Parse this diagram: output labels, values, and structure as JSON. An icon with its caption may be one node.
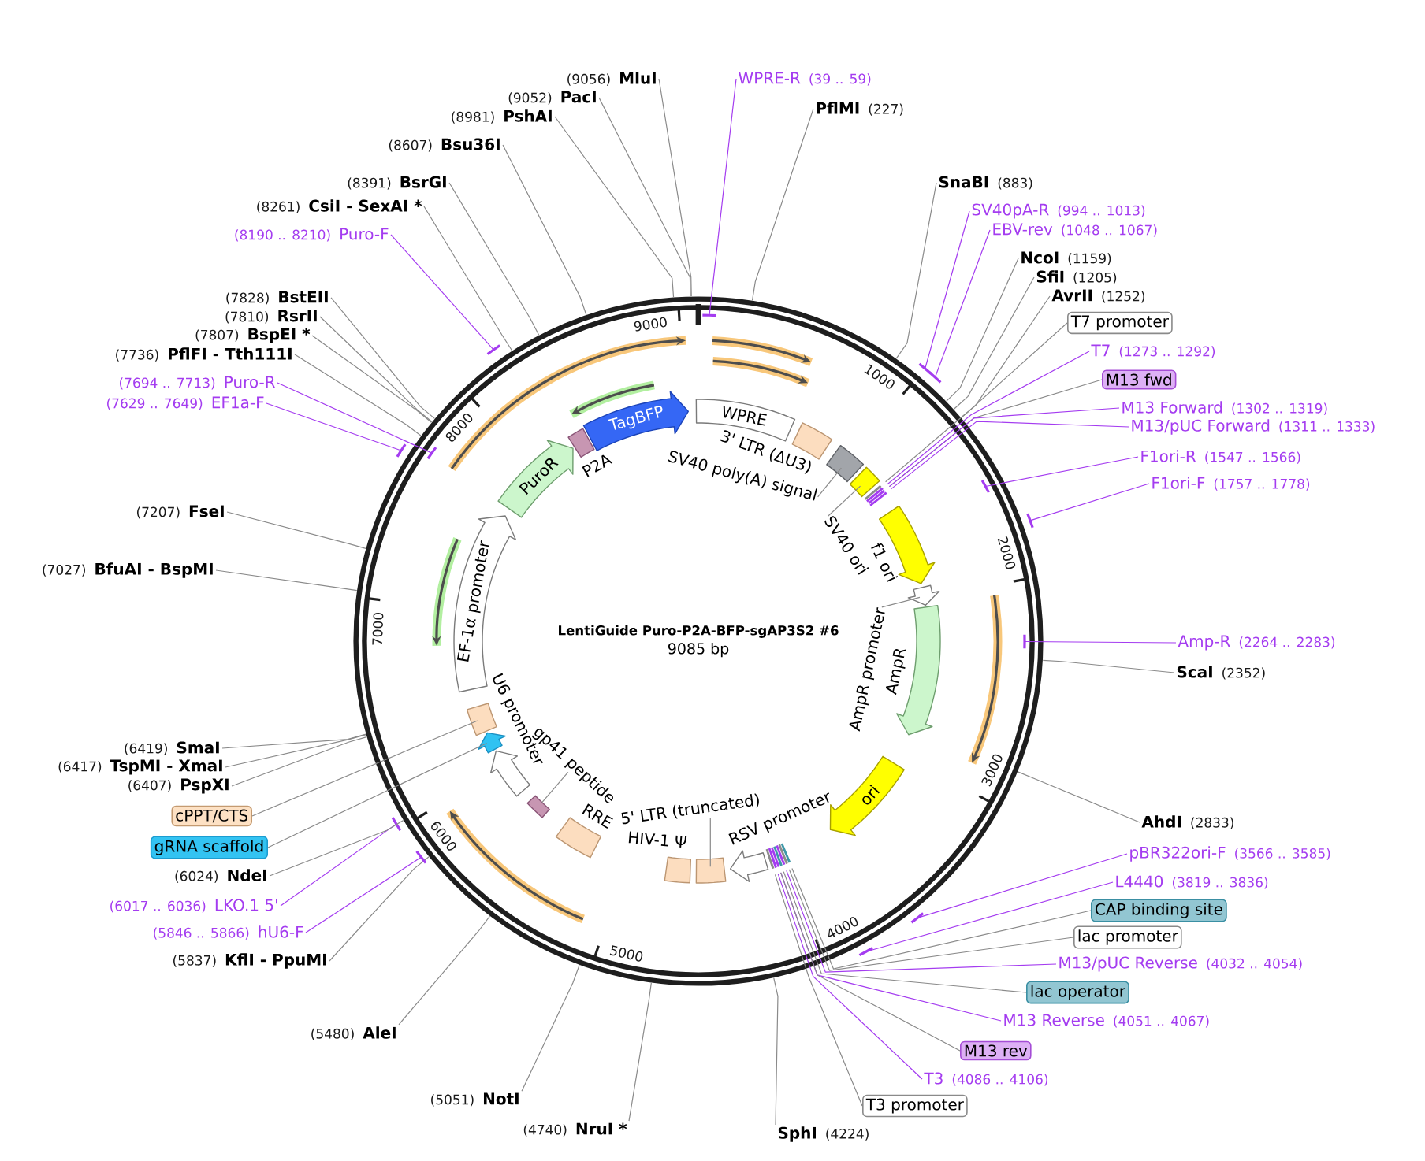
{
  "diagram": {
    "nodes": [
      {
        "text": [
          "LentiGuide Puro-P2A-BFP-sgAP3S2 #6",
          "9085 bp"
        ]
      },
      {
        "text": [
          "WPRE"
        ],
        "in": 0
      },
      {
        "text": [
          "3' LTR (ΔU3)"
        ],
        "in": 0
      },
      {
        "text": [
          "SV40 poly(A) signal"
        ],
        "in": 0
      },
      {
        "text": [],
        "shape": "box",
        "in": 0
      },
      {
        "text": [
          "SV40 ori"
        ],
        "in": 0
      },
      {
        "text": [],
        "shape": "box",
        "in": 0
      },
      {
        "text": [
          "f1 ori"
        ],
        "in": 0
      },
      {
        "text": [
          "AmpR promoter"
        ],
        "in": 0
      },
      {
        "text": [],
        "shape": "arrow",
        "in": 0
      },
      {
        "text": [
          "AmpR"
        ],
        "in": 0
      },
      {
        "text": [
          "ori"
        ],
        "in": 0
      },
      {
        "text": [
          "RSV promoter"
        ],
        "in": 0
      },
      {
        "text": [
          "5' LTR (truncated)"
        ],
        "in": 0
      },
      {
        "text": [],
        "shape": "box",
        "in": 0
      },
      {
        "text": [
          "HIV-1 Ψ"
        ],
        "in": 0
      },
      {
        "text": [
          "RRE"
        ],
        "in": 0
      },
      {
        "text": [
          "gp41 peptide"
        ],
        "in": 0
      },
      {
        "text": [],
        "shape": "box",
        "in": 0
      },
      {
        "text": [
          "U6 promoter"
        ],
        "in": 0
      },
      {
        "text": [],
        "shape": "arrow",
        "in": 0
      },
      {
        "text": [],
        "shape": "box",
        "in": 0
      },
      {
        "text": [
          "EF-1α promoter"
        ],
        "in": 0
      },
      {
        "text": [
          "PuroR"
        ],
        "in": 0
      },
      {
        "text": [
          "P2A"
        ],
        "in": 0
      },
      {
        "text": [
          "TagBFP"
        ],
        "in": 0
      },
      {
        "text": [
          "WPRE-R",
          "(39 .. 59)"
        ]
      },
      {
        "text": [
          "PflMI",
          "(227)"
        ]
      },
      {
        "text": [
          "SnaBI",
          "(883)"
        ]
      },
      {
        "text": [
          "SV40pA-R",
          "(994 .. 1013)"
        ]
      },
      {
        "text": [
          "EBV-rev",
          "(1048 .. 1067)"
        ]
      },
      {
        "text": [
          "NcoI",
          "(1159)"
        ]
      },
      {
        "text": [
          "SfiI",
          "(1205)"
        ]
      },
      {
        "text": [
          "AvrII",
          "(1252)"
        ]
      },
      {
        "text": [
          "T7 promoter"
        ]
      },
      {
        "text": [
          "T7",
          "(1273 .. 1292)"
        ]
      },
      {
        "text": [
          "M13 fwd"
        ]
      },
      {
        "text": [
          "M13 Forward",
          "(1302 .. 1319)"
        ]
      },
      {
        "text": [
          "M13/pUC Forward",
          "(1311 .. 1333)"
        ]
      },
      {
        "text": [
          "F1ori-R",
          "(1547 .. 1566)"
        ]
      },
      {
        "text": [
          "F1ori-F",
          "(1757 .. 1778)"
        ]
      },
      {
        "text": [
          "Amp-R",
          "(2264 .. 2283)"
        ]
      },
      {
        "text": [
          "ScaI",
          "(2352)"
        ]
      },
      {
        "text": [
          "AhdI",
          "(2833)"
        ]
      },
      {
        "text": [
          "pBR322ori-F",
          "(3566 .. 3585)"
        ]
      },
      {
        "text": [
          "L4440",
          "(3819 .. 3836)"
        ]
      },
      {
        "text": [
          "CAP binding site"
        ]
      },
      {
        "text": [
          "lac promoter"
        ]
      },
      {
        "text": [
          "M13/pUC Reverse",
          "(4032 .. 4054)"
        ]
      },
      {
        "text": [
          "lac operator"
        ]
      },
      {
        "text": [
          "M13 Reverse",
          "(4051 .. 4067)"
        ]
      },
      {
        "text": [
          "M13 rev"
        ]
      },
      {
        "text": [
          "T3",
          "(4086 .. 4106)"
        ]
      },
      {
        "text": [
          "T3 promoter"
        ]
      },
      {
        "text": [
          "SphI",
          "(4224)"
        ]
      },
      {
        "text": [
          "(4740)",
          "NruI *"
        ]
      },
      {
        "text": [
          "(5051)",
          "NotI"
        ]
      },
      {
        "text": [
          "(5480)",
          "AleI"
        ]
      },
      {
        "text": [
          "(5837)",
          "KflI - PpuMI"
        ]
      },
      {
        "text": [
          "(5846 .. 5866)",
          "hU6-F"
        ]
      },
      {
        "text": [
          "(6017 .. 6036)",
          "LKO.1 5'"
        ]
      },
      {
        "text": [
          "(6024)",
          "NdeI"
        ]
      },
      {
        "text": [
          "gRNA scaffold"
        ]
      },
      {
        "text": [
          "cPPT/CTS"
        ]
      },
      {
        "text": [
          "(6407)",
          "PspXI"
        ]
      },
      {
        "text": [
          "(6417)",
          "TspMI - XmaI"
        ]
      },
      {
        "text": [
          "(6419)",
          "SmaI"
        ]
      },
      {
        "text": [
          "(7027)",
          "BfuAI - BspMI"
        ]
      },
      {
        "text": [
          "(7207)",
          "FseI"
        ]
      },
      {
        "text": [
          "(7629 .. 7649)",
          "EF1a-F"
        ]
      },
      {
        "text": [
          "(7694 .. 7713)",
          "Puro-R"
        ]
      },
      {
        "text": [
          "(7736)",
          "PflFI - Tth111I"
        ]
      },
      {
        "text": [
          "(7807)",
          "BspEI *"
        ]
      },
      {
        "text": [
          "(7810)",
          "RsrII"
        ]
      },
      {
        "text": [
          "(7828)",
          "BstEII"
        ]
      },
      {
        "text": [
          "(8190 .. 8210)",
          "Puro-F"
        ]
      },
      {
        "text": [
          "(8261)",
          "CsiI - SexAI *"
        ]
      },
      {
        "text": [
          "(8391)",
          "BsrGI"
        ]
      },
      {
        "text": [
          "(8607)",
          "Bsu36I"
        ]
      },
      {
        "text": [
          "(8981)",
          "PshAI"
        ]
      },
      {
        "text": [
          "(9052)",
          "PacI"
        ]
      },
      {
        "text": [
          "(9056)",
          "MluI"
        ]
      }
    ],
    "edges": [
      {
        "from": 26,
        "to": 0,
        "arrow": "other",
        "color": "#a43cf0"
      },
      {
        "from": 27,
        "to": 0,
        "arrow": "none"
      },
      {
        "from": 28,
        "to": 0,
        "arrow": "none"
      },
      {
        "from": 29,
        "to": 0,
        "arrow": "other",
        "color": "#a43cf0"
      },
      {
        "from": 30,
        "to": 0,
        "arrow": "other",
        "color": "#a43cf0"
      },
      {
        "from": 31,
        "to": 0,
        "arrow": "none"
      },
      {
        "from": 32,
        "to": 0,
        "arrow": "none"
      },
      {
        "from": 33,
        "to": 0,
        "arrow": "none"
      },
      {
        "from": 34,
        "to": 0,
        "arrow": "none"
      },
      {
        "from": 35,
        "to": 0,
        "arrow": "none",
        "color": "#a43cf0"
      },
      {
        "from": 36,
        "to": 0,
        "arrow": "none"
      },
      {
        "from": 37,
        "to": 0,
        "arrow": "none",
        "color": "#a43cf0"
      },
      {
        "from": 38,
        "to": 0,
        "arrow": "none",
        "color": "#a43cf0"
      },
      {
        "from": 39,
        "to": 0,
        "arrow": "other",
        "color": "#a43cf0"
      },
      {
        "from": 40,
        "to": 0,
        "arrow": "other",
        "color": "#a43cf0"
      },
      {
        "from": 41,
        "to": 0,
        "arrow": "other",
        "color": "#a43cf0"
      },
      {
        "from": 42,
        "to": 0,
        "arrow": "none"
      },
      {
        "from": 43,
        "to": 0,
        "arrow": "none"
      },
      {
        "from": 44,
        "to": 0,
        "arrow": "other",
        "color": "#a43cf0"
      },
      {
        "from": 45,
        "to": 0,
        "arrow": "other",
        "color": "#a43cf0"
      },
      {
        "from": 46,
        "to": 0,
        "arrow": "none"
      },
      {
        "from": 47,
        "to": 0,
        "arrow": "none"
      },
      {
        "from": 48,
        "to": 0,
        "arrow": "none",
        "color": "#a43cf0"
      },
      {
        "from": 49,
        "to": 0,
        "arrow": "none"
      },
      {
        "from": 50,
        "to": 0,
        "arrow": "none",
        "color": "#a43cf0"
      },
      {
        "from": 51,
        "to": 0,
        "arrow": "none"
      },
      {
        "from": 52,
        "to": 0,
        "arrow": "none",
        "color": "#a43cf0"
      },
      {
        "from": 53,
        "to": 0,
        "arrow": "none"
      },
      {
        "from": 54,
        "to": 0,
        "arrow": "none"
      },
      {
        "from": 55,
        "to": 0,
        "arrow": "none"
      },
      {
        "from": 56,
        "to": 0,
        "arrow": "none"
      },
      {
        "from": 57,
        "to": 0,
        "arrow": "none"
      },
      {
        "from": 58,
        "to": 0,
        "arrow": "none"
      },
      {
        "from": 59,
        "to": 0,
        "arrow": "other",
        "color": "#a43cf0"
      },
      {
        "from": 60,
        "to": 0,
        "arrow": "other",
        "color": "#a43cf0"
      },
      {
        "from": 61,
        "to": 0,
        "arrow": "none"
      },
      {
        "from": 62,
        "to": 20,
        "arrow": "none"
      },
      {
        "from": 63,
        "to": 21,
        "arrow": "none"
      },
      {
        "from": 64,
        "to": 0,
        "arrow": "none"
      },
      {
        "from": 65,
        "to": 0,
        "arrow": "none"
      },
      {
        "from": 66,
        "to": 0,
        "arrow": "none"
      },
      {
        "from": 67,
        "to": 0,
        "arrow": "none"
      },
      {
        "from": 68,
        "to": 0,
        "arrow": "none"
      },
      {
        "from": 69,
        "to": 0,
        "arrow": "other",
        "color": "#a43cf0"
      },
      {
        "from": 70,
        "to": 0,
        "arrow": "other",
        "color": "#a43cf0"
      },
      {
        "from": 71,
        "to": 0,
        "arrow": "none"
      },
      {
        "from": 72,
        "to": 0,
        "arrow": "none"
      },
      {
        "from": 73,
        "to": 0,
        "arrow": "none"
      },
      {
        "from": 74,
        "to": 0,
        "arrow": "none"
      },
      {
        "from": 75,
        "to": 0,
        "arrow": "other",
        "color": "#a43cf0"
      },
      {
        "from": 76,
        "to": 0,
        "arrow": "none"
      },
      {
        "from": 77,
        "to": 0,
        "arrow": "none"
      },
      {
        "from": 78,
        "to": 0,
        "arrow": "none"
      },
      {
        "from": 79,
        "to": 0,
        "arrow": "none"
      },
      {
        "from": 80,
        "to": 0,
        "arrow": "none"
      },
      {
        "from": 81,
        "to": 0,
        "arrow": "none"
      },
      {
        "from": 3,
        "to": 4,
        "arrow": "none"
      },
      {
        "from": 5,
        "to": 6,
        "arrow": "none"
      },
      {
        "from": 8,
        "to": 9,
        "arrow": "none"
      },
      {
        "from": 13,
        "to": 14,
        "arrow": "none"
      },
      {
        "from": 17,
        "to": 18,
        "arrow": "none"
      }
    ],
    "labels": [
      "1000",
      "2000",
      "3000",
      "4000",
      "5000",
      "6000",
      "7000",
      "8000",
      "9000"
    ]
  }
}
